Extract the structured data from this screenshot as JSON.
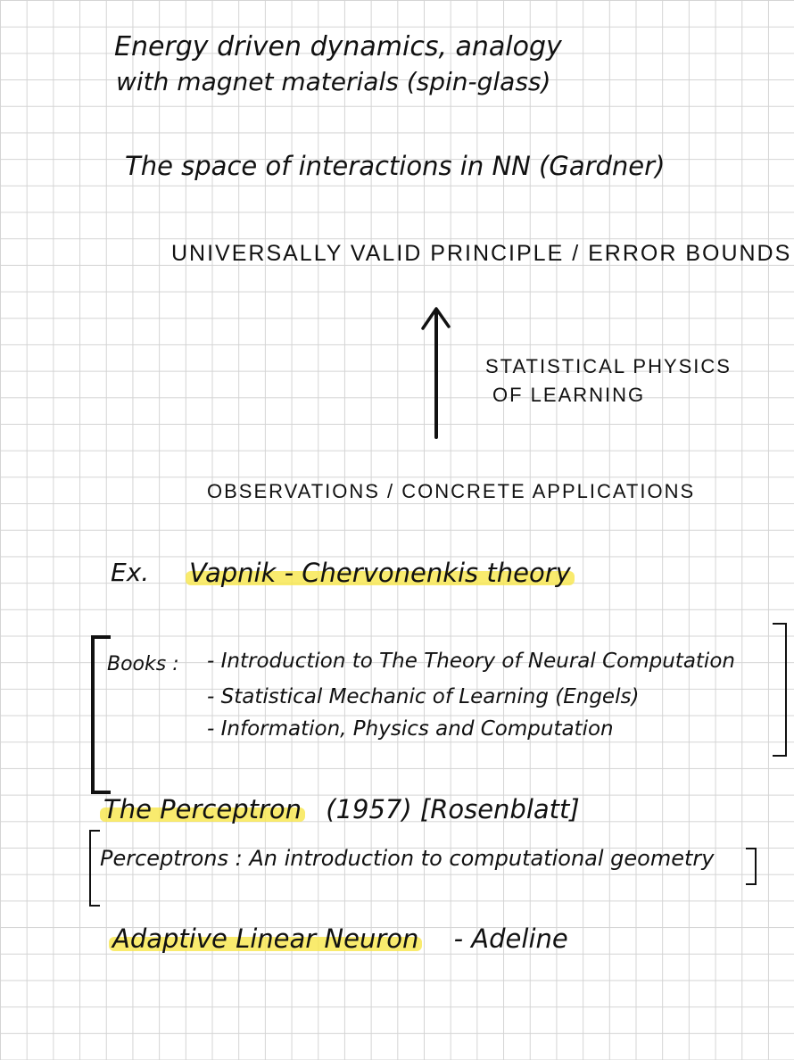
{
  "lines": {
    "energy_line1": "Energy driven dynamics, analogy",
    "energy_line2": "with magnet materials (spin-glass)",
    "space": "The space of interactions in NN (Gardner)",
    "universal": "UNIVERSALLY VALID PRINCIPLE / ERROR BOUNDS",
    "stat_line1": "STATISTICAL PHYSICS",
    "stat_line2": "OF LEARNING",
    "observations": "OBSERVATIONS / CONCRETE APPLICATIONS",
    "ex_prefix": "Ex.",
    "ex_text": "Vapnik - Chervonenkis theory",
    "books_label": "Books :",
    "book1": "- Introduction to The Theory of Neural Computation",
    "book2": "- Statistical Mechanic of Learning (Engels)",
    "book3": "- Information, Physics and Computation",
    "perceptron": "The Perceptron",
    "perceptron_rest": "(1957) [Rosenblatt]",
    "perceptrons_book": "Perceptrons : An introduction to computational geometry",
    "adaptive": "Adaptive Linear Neuron",
    "adaline": "- Adeline"
  },
  "colors": {
    "highlight": "#f7e64a",
    "ink": "#111111",
    "grid": "#d4d4d4"
  },
  "icons": {
    "arrow": "up-arrow-icon"
  }
}
